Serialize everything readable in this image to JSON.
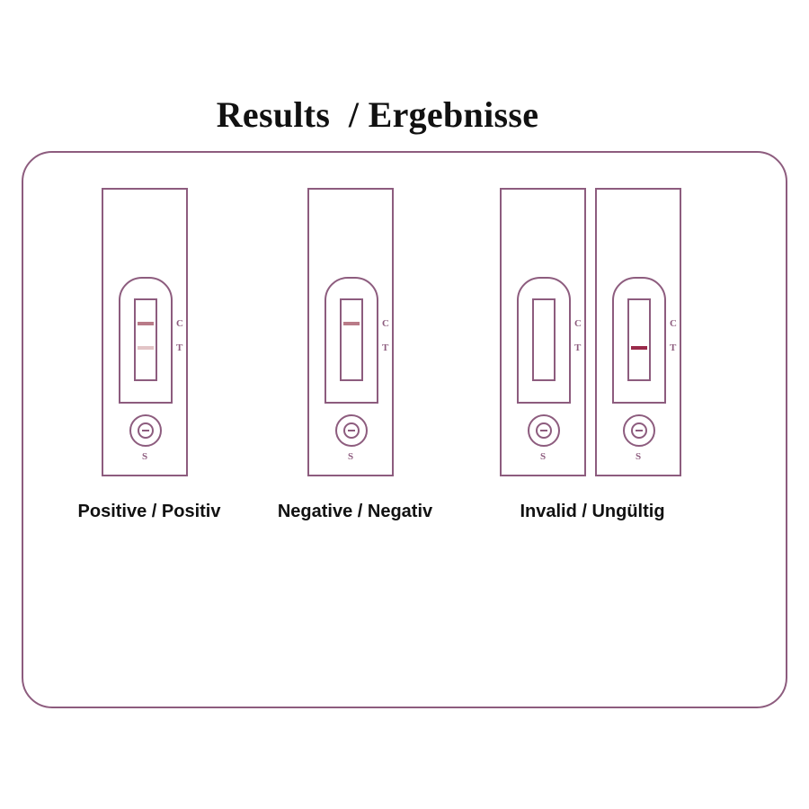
{
  "title": "Results  / Ergebnisse",
  "colors": {
    "outline": "#8d5c7e",
    "band_strong": "#9a2a4a",
    "band_medium": "#b97b88",
    "band_faint": "#e2c4c6"
  },
  "markings": {
    "control": "C",
    "test": "T",
    "sample": "S"
  },
  "labels": {
    "positive": "Positive / Positiv",
    "negative": "Negative / Negativ",
    "invalid": "Invalid / Ungültig"
  },
  "cassettes": [
    {
      "id": "positive",
      "control_line": true,
      "test_line": true
    },
    {
      "id": "negative",
      "control_line": true,
      "test_line": false
    },
    {
      "id": "invalid-1",
      "control_line": false,
      "test_line": false
    },
    {
      "id": "invalid-2",
      "control_line": false,
      "test_line": true
    }
  ]
}
